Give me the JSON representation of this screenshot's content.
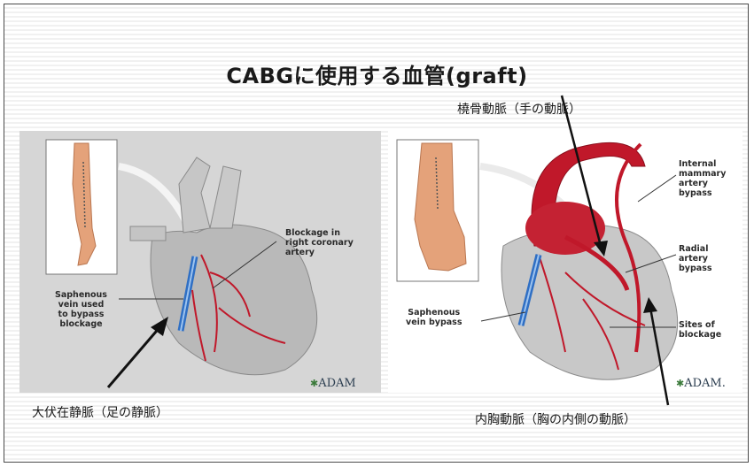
{
  "title": "CABGに使用する血管(graft)",
  "captions": {
    "radial_artery": "橈骨動脈（手の動脈）",
    "saphenous_vein": "大伏在静脈（足の静脈）",
    "internal_thoracic": "内胸動脈（胸の内側の動脈）"
  },
  "left_panel": {
    "labels": {
      "blockage": "Blockage in\nright coronary\nartery",
      "saphenous_used": "Saphenous\nvein used\nto bypass\nblockage"
    },
    "logo": "ADAM"
  },
  "right_panel": {
    "labels": {
      "internal_mammary": "Internal\nmammary\nartery\nbypass",
      "radial_bypass": "Radial\nartery\nbypass",
      "saphenous_bypass": "Saphenous\nvein bypass",
      "sites": "Sites of\nblockage"
    },
    "logo": "ADAM."
  },
  "colors": {
    "artery_red": "#c0182a",
    "vein_blue": "#2f6fc4",
    "heart_gray": "#b9b9b9"
  }
}
